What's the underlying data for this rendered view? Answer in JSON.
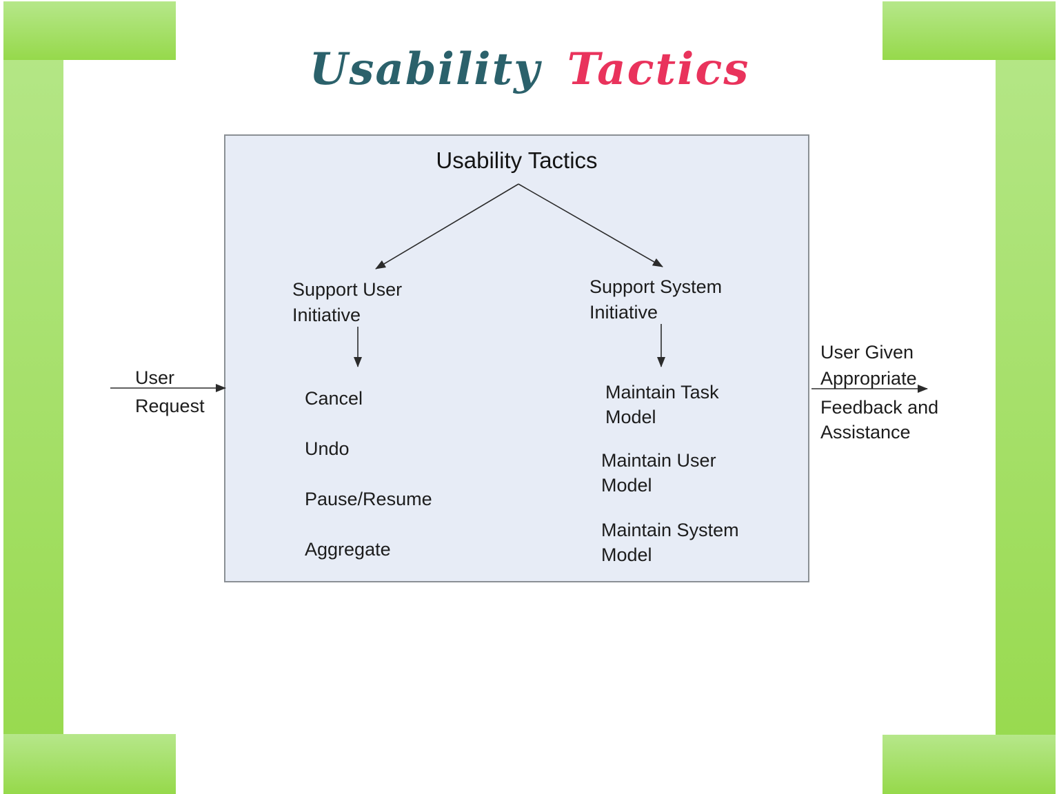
{
  "title": {
    "word1": "Usability",
    "word2": "Tactics"
  },
  "colors": {
    "title_teal": "#2b616b",
    "title_pink": "#e9335c",
    "frame_green_top": "#b6e78a",
    "frame_green_bottom": "#96d94b",
    "box_fill": "#e7ecf6",
    "box_border": "#8a8f94",
    "arrow": "#2b2b2b"
  },
  "diagram": {
    "heading": "Usability Tactics",
    "input_label": "User\nRequest",
    "output_label_top": "User Given\nAppropriate",
    "output_label_bottom": "Feedback and\nAssistance",
    "left_branch": {
      "label": "Support User\nInitiative",
      "items": [
        "Cancel",
        "Undo",
        "Pause/Resume",
        "Aggregate"
      ]
    },
    "right_branch": {
      "label": "Support System\nInitiative",
      "items": [
        "Maintain Task\nModel",
        "Maintain User\nModel",
        "Maintain System\nModel"
      ]
    }
  }
}
